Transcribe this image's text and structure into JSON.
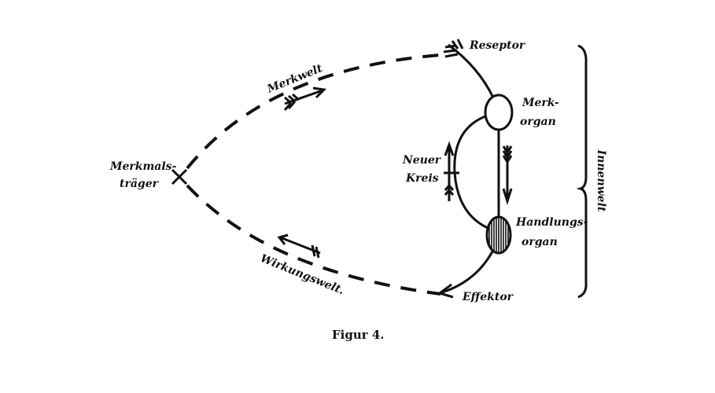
{
  "labels": {
    "merkmalstraeger_1": "Merkmals-",
    "merkmalstraeger_2": "träger",
    "merkwelt": "Merkwelt",
    "wirkungswelt": "Wirkungswelt.",
    "reseptor": "Reseptor",
    "merkorgan_1": "Merk-",
    "merkorgan_2": "organ",
    "neuer_kreis_1": "Neuer",
    "neuer_kreis_2": "Kreis",
    "handlungsorgan_1": "Handlungs-",
    "handlungsorgan_2": "organ",
    "effektor": "Effektor",
    "innenwelt": "Innenwelt"
  },
  "caption": "Figur 4."
}
